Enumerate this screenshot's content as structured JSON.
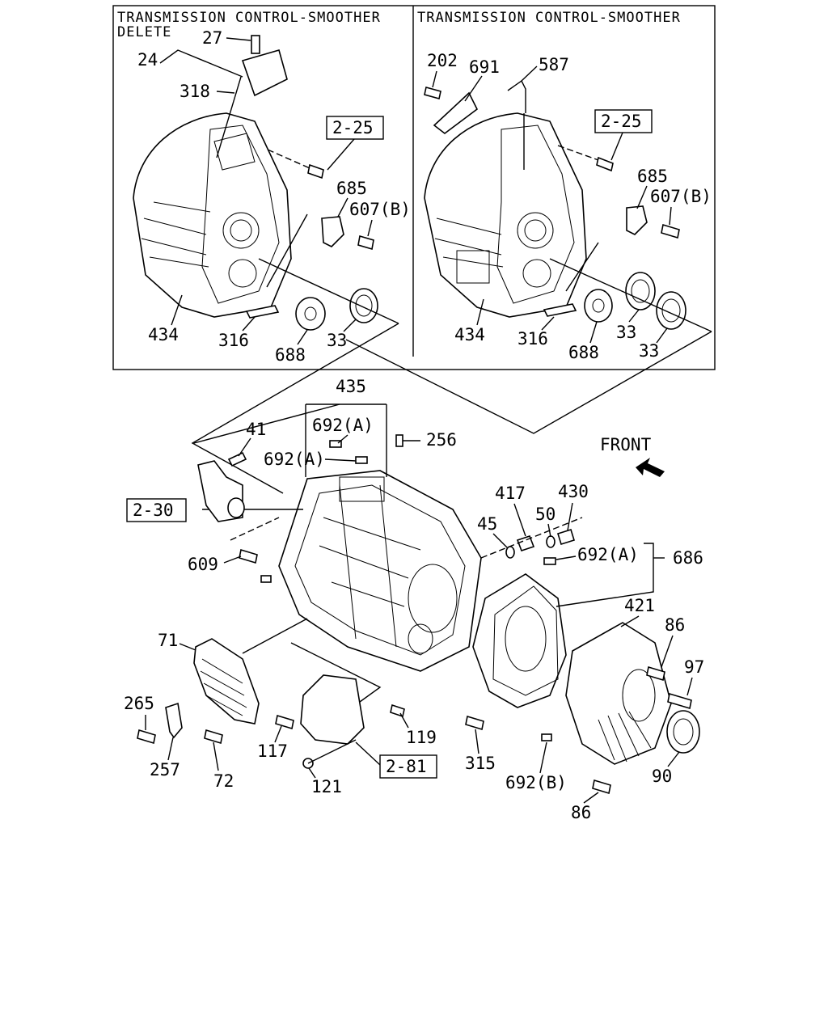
{
  "panels": {
    "left_title_line1": "TRANSMISSION CONTROL-SMOOTHER",
    "left_title_line2": "DELETE",
    "right_title": "TRANSMISSION CONTROL-SMOOTHER"
  },
  "front_label": "FRONT",
  "refs": {
    "r225a": "2-25",
    "r225b": "2-25",
    "r230": "2-30",
    "r281": "2-81"
  },
  "callouts": {
    "c27": "27",
    "c24": "24",
    "c318": "318",
    "c685a": "685",
    "c607a": "607(B)",
    "c434a": "434",
    "c316a": "316",
    "c688a": "688",
    "c33a": "33",
    "c202": "202",
    "c691": "691",
    "c587": "587",
    "c685b": "685",
    "c607b": "607(B)",
    "c434b": "434",
    "c316b": "316",
    "c688b": "688",
    "c33b": "33",
    "c33c": "33",
    "c435": "435",
    "c692a1": "692(A)",
    "c256": "256",
    "c41": "41",
    "c692a2": "692(A)",
    "c417": "417",
    "c430": "430",
    "c45": "45",
    "c50": "50",
    "c609": "609",
    "c692a3": "692(A)",
    "c686": "686",
    "c421": "421",
    "c86a": "86",
    "c97": "97",
    "c71": "71",
    "c265": "265",
    "c117": "117",
    "c119": "119",
    "c315": "315",
    "c257": "257",
    "c72": "72",
    "c121": "121",
    "c692b": "692(B)",
    "c90": "90",
    "c86b": "86"
  }
}
